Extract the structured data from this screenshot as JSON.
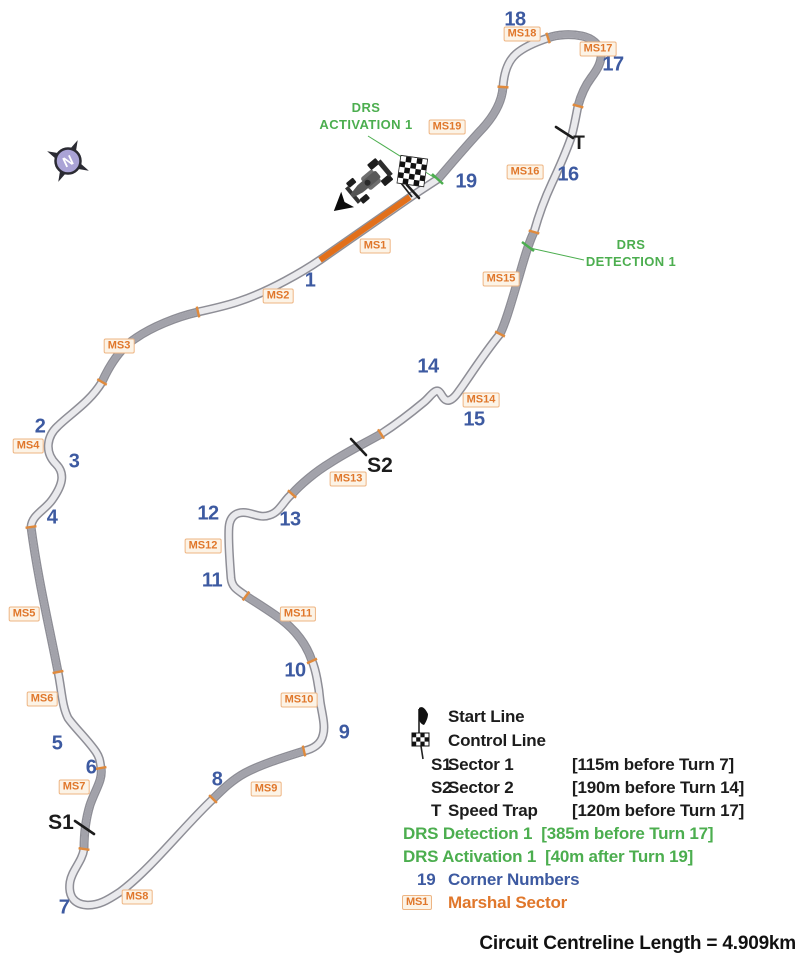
{
  "map": {
    "corners": [
      "1",
      "2",
      "3",
      "4",
      "5",
      "6",
      "7",
      "8",
      "9",
      "10",
      "11",
      "12",
      "13",
      "14",
      "15",
      "16",
      "17",
      "18",
      "19"
    ],
    "marshal_sectors": [
      "MS1",
      "MS2",
      "MS3",
      "MS4",
      "MS5",
      "MS6",
      "MS7",
      "MS8",
      "MS9",
      "MS10",
      "MS11",
      "MS12",
      "MS13",
      "MS14",
      "MS15",
      "MS16",
      "MS17",
      "MS18",
      "MS19"
    ],
    "annotations": {
      "speed_trap": "T",
      "sector1": "S1",
      "sector2": "S2",
      "drs_activation_line1": "DRS",
      "drs_activation_line2": "ACTIVATION 1",
      "drs_detection_line1": "DRS",
      "drs_detection_line2": "DETECTION 1",
      "compass_north": "N"
    },
    "colors": {
      "corner_number": "#3d5aa1",
      "marshal": "#e0772b",
      "drs_green": "#4cae4f",
      "track_light": "#eaeaed",
      "track_dark": "#a2a2aa",
      "track_edge": "#8e8e96",
      "start_straight_orange": "#e2701b"
    }
  },
  "legend": {
    "start_line": {
      "label": "Start Line"
    },
    "control_line": {
      "label": "Control Line"
    },
    "sector1": {
      "key": "S1",
      "label": "Sector 1",
      "detail": "[115m before Turn 7]"
    },
    "sector2": {
      "key": "S2",
      "label": "Sector 2",
      "detail": "[190m before Turn 14]"
    },
    "speed_trap": {
      "key": "T",
      "label": "Speed Trap",
      "detail": "[120m before Turn 17]"
    },
    "drs_detection": {
      "label": "DRS Detection 1",
      "detail": "[385m before Turn 17]"
    },
    "drs_activation": {
      "label": "DRS Activation 1",
      "detail": "[40m after Turn 19]"
    },
    "corner_numbers": {
      "key": "19",
      "label": "Corner Numbers"
    },
    "marshal_sector": {
      "key": "MS1",
      "label": "Marshal Sector"
    }
  },
  "footer": {
    "length_label": "Circuit Centreline Length = 4.909km"
  }
}
